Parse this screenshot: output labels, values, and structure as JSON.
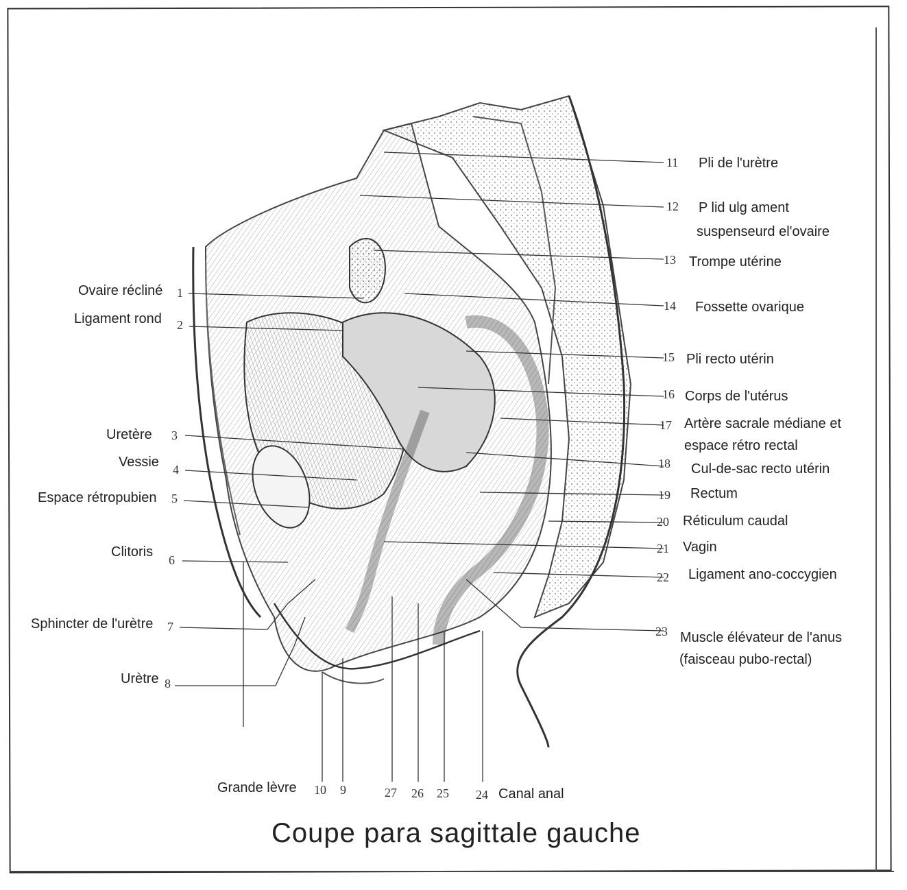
{
  "title": "Coupe para sagittale gauche",
  "labels_left": [
    {
      "num": "1",
      "text": "Ovaire récliné"
    },
    {
      "num": "2",
      "text": "Ligament rond"
    },
    {
      "num": "3",
      "text": "Uretère"
    },
    {
      "num": "4",
      "text": "Vessie"
    },
    {
      "num": "5",
      "text": "Espace rétropubien"
    },
    {
      "num": "6",
      "text": "Clitoris"
    },
    {
      "num": "7",
      "text": "Sphincter de l'urètre"
    },
    {
      "num": "8",
      "text": "Urètre"
    }
  ],
  "labels_right": [
    {
      "num": "11",
      "text": "Pli de l'urètre"
    },
    {
      "num": "12",
      "text": "P lid ulg ament",
      "text2": "suspenseurd el'ovaire"
    },
    {
      "num": "13",
      "text": "Trompe utérine"
    },
    {
      "num": "14",
      "text": "Fossette ovarique"
    },
    {
      "num": "15",
      "text": "Pli recto utérin"
    },
    {
      "num": "16",
      "text": "Corps de l'utérus"
    },
    {
      "num": "17",
      "text": "Artère sacrale médiane et",
      "text2": "espace rétro rectal"
    },
    {
      "num": "18",
      "text": "Cul-de-sac recto utérin"
    },
    {
      "num": "19",
      "text": "Rectum"
    },
    {
      "num": "20",
      "text": "Réticulum caudal"
    },
    {
      "num": "21",
      "text": "Vagin"
    },
    {
      "num": "22",
      "text": "Ligament ano-coccygien"
    },
    {
      "num": "23",
      "text": "Muscle élévateur de l'anus",
      "text2": "(faisceau pubo-rectal)"
    }
  ],
  "labels_bottom": [
    {
      "num": "10",
      "text": "Grande lèvre"
    },
    {
      "num": "9"
    },
    {
      "num": "27"
    },
    {
      "num": "26"
    },
    {
      "num": "25"
    },
    {
      "num": "24",
      "text": "Canal anal"
    }
  ]
}
